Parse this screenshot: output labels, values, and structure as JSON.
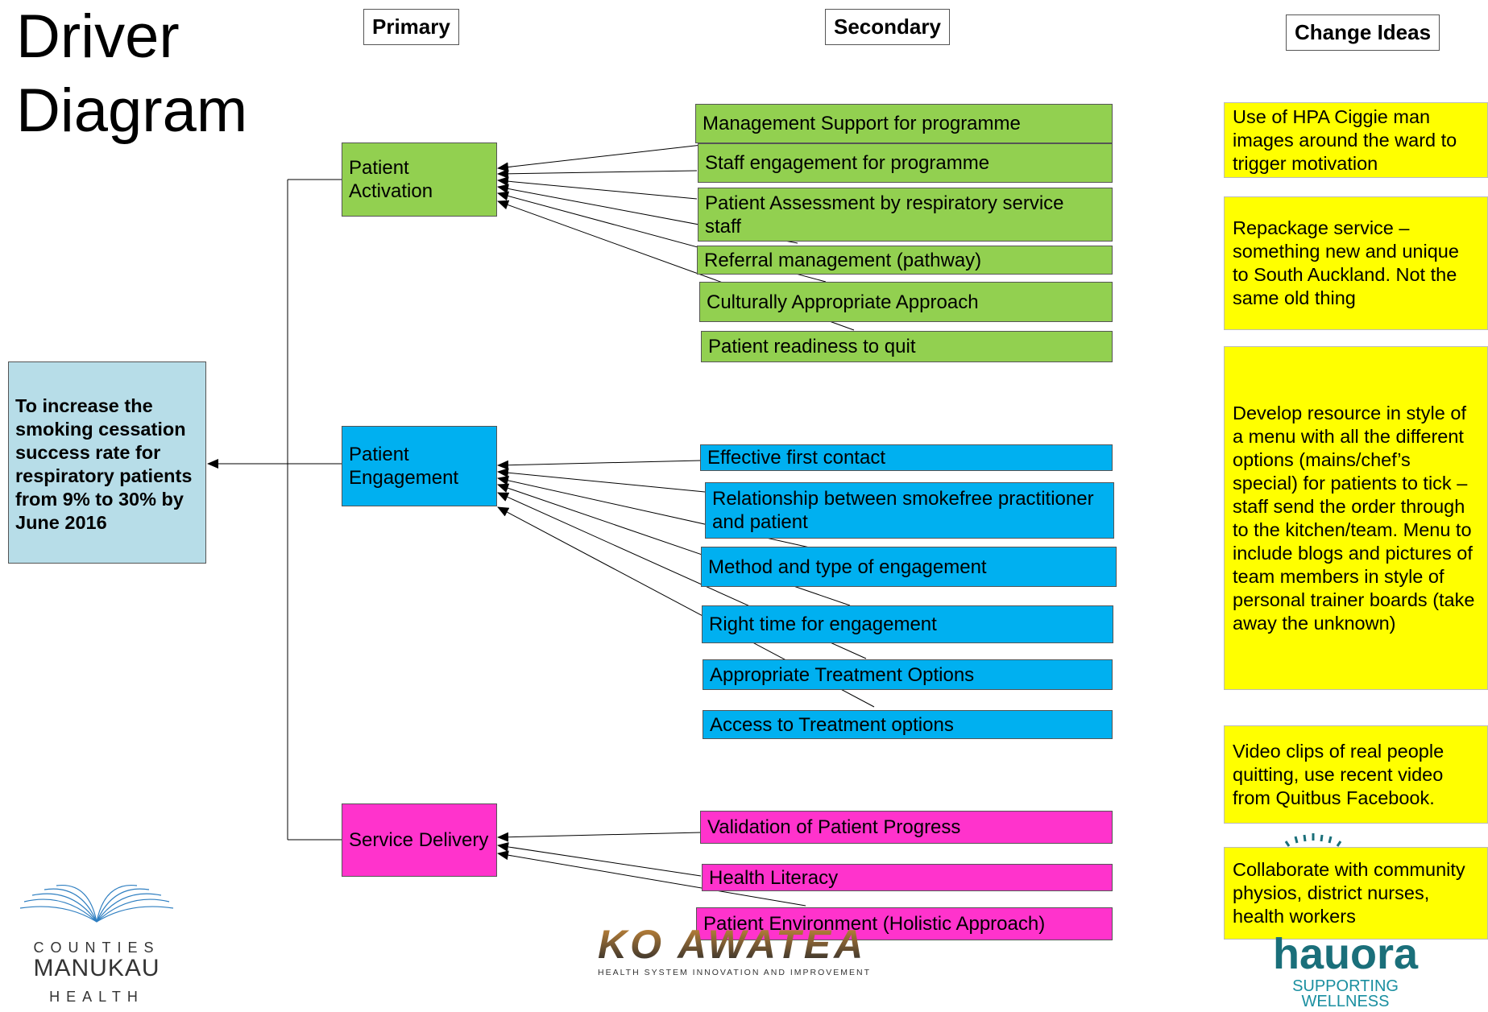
{
  "title": "Driver Diagram",
  "headers": {
    "primary": "Primary",
    "secondary": "Secondary",
    "change_ideas": "Change Ideas"
  },
  "goal": "To increase the smoking cessation success rate for respiratory patients from  9% to 30% by June 2016",
  "primary_drivers": [
    {
      "label": "Patient Activation",
      "color": "#92d050"
    },
    {
      "label": "Patient Engagement",
      "color": "#00b0f0"
    },
    {
      "label": "Service Delivery",
      "color": "#ff33cc"
    }
  ],
  "secondary_drivers": {
    "activation": [
      "Management Support for programme",
      "Staff engagement for programme",
      "Patient Assessment by respiratory service staff",
      "Referral management (pathway)",
      "Culturally Appropriate Approach",
      "Patient readiness to quit"
    ],
    "engagement": [
      "Effective first contact",
      "Relationship between smokefree practitioner and patient",
      "Method and type of engagement",
      "Right time for engagement",
      "Appropriate Treatment Options",
      "Access to Treatment options"
    ],
    "delivery": [
      "Validation of Patient Progress",
      "Health Literacy",
      "Patient Environment (Holistic Approach)"
    ]
  },
  "change_ideas": [
    "Use of HPA Ciggie man images around the ward to trigger motivation",
    "Repackage service – something new and unique to South Auckland. Not the same old thing",
    "Develop resource in style of a menu with all the different options (mains/chef’s special) for patients to tick – staff send the order through to the kitchen/team. Menu to include blogs and pictures of team members in style of personal trainer boards (take away the unknown)",
    "Video clips of real people quitting, use recent video from Quitbus Facebook.",
    "Collaborate with community physios, district nurses, health workers"
  ],
  "logos": {
    "counties": {
      "line1": "COUNTIES",
      "line2": "MANUKAU",
      "line3": "HEALTH"
    },
    "koawatea": {
      "name": "KO AWATEA",
      "tagline": "HEALTH SYSTEM INNOVATION AND IMPROVEMENT"
    },
    "hauora": {
      "name": "hauora",
      "tagline1": "SUPPORTING",
      "tagline2": "WELLNESS"
    }
  },
  "colors": {
    "goal": "#b7dde8",
    "idea": "#ffff00"
  }
}
